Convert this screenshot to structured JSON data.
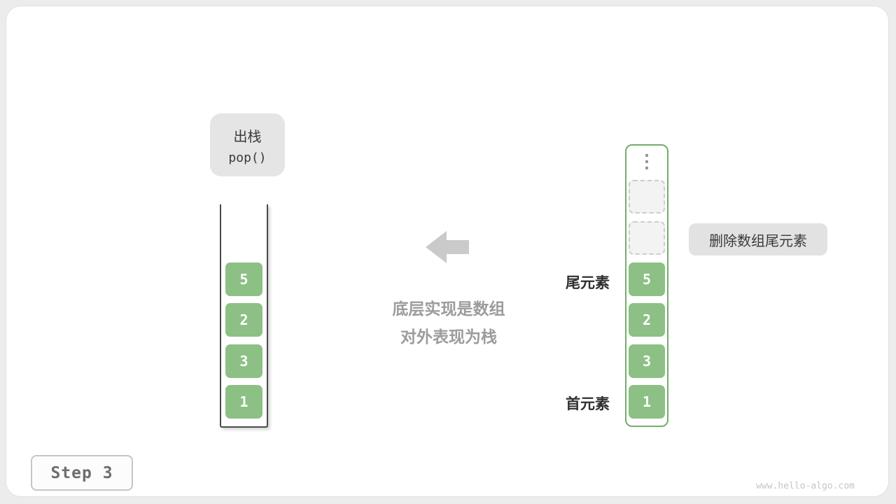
{
  "colors": {
    "bg": "#ECECEC",
    "card-bg": "#FFFFFF",
    "card-border": "#E0E0E0",
    "green": "#8CC084",
    "green-border": "#76AC6D",
    "label-bg": "#E5E5E5",
    "text-dark": "#3A3A3A",
    "text-gray": "#9C9C9C",
    "arrow": "#CACACA",
    "slot-bg": "#F3F3F3",
    "slot-border": "#CDCDCD",
    "wall": "#4A4A4A",
    "step-text": "#6E6E6E",
    "step-border": "#C6C6C6",
    "watermark": "#C6C6C6",
    "dots": "#8F8F8F"
  },
  "pop_label": {
    "title": "出栈",
    "code": "pop()"
  },
  "caption": {
    "line1": "底层实现是数组",
    "line2": "对外表现为栈"
  },
  "stack": {
    "values": [
      "5",
      "2",
      "3",
      "1"
    ]
  },
  "array": {
    "ellipsis": "⋮",
    "empty_slot_count": 2,
    "values": [
      "5",
      "2",
      "3",
      "1"
    ],
    "tail_label": "尾元素",
    "head_label": "首元素",
    "annotation": "删除数组尾元素"
  },
  "footer": {
    "step": "Step 3",
    "watermark": "www.hello-algo.com"
  },
  "icons": {
    "arrow": "left-arrow",
    "ellipsis": "vertical-ellipsis"
  }
}
